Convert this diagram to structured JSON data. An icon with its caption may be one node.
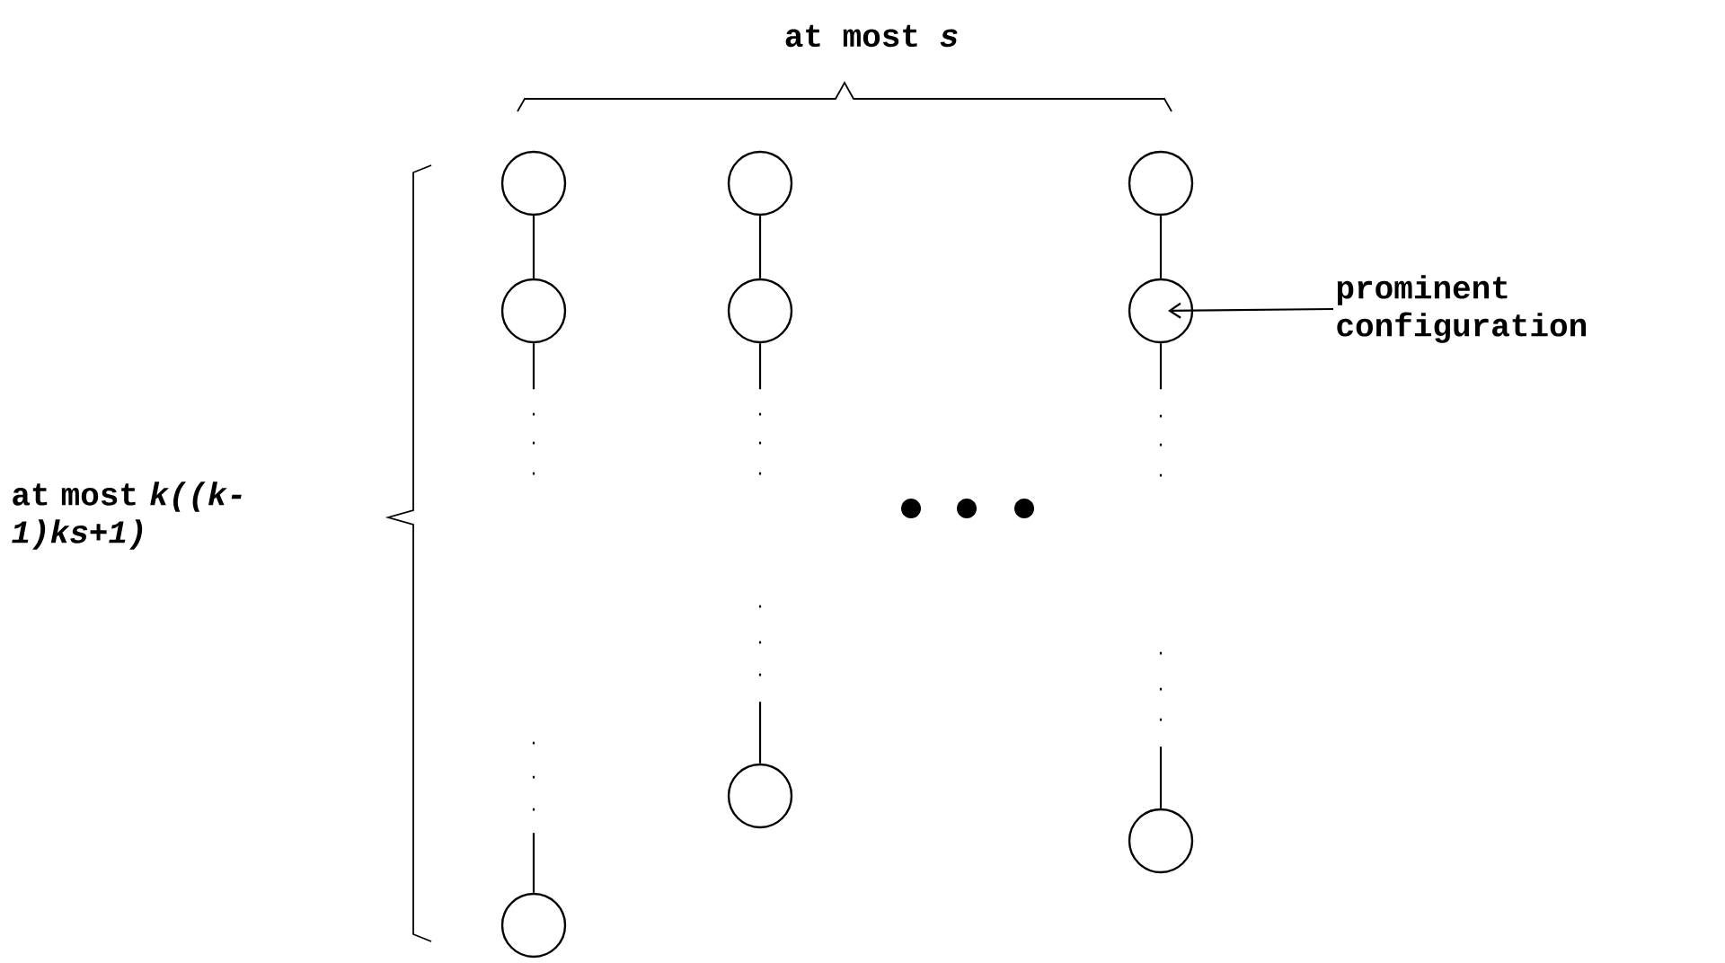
{
  "diagram": {
    "nodes": [
      {
        "text": [],
        "shape": "circle"
      },
      {
        "text": [],
        "shape": "circle"
      },
      {
        "text": [],
        "shape": "circle"
      },
      {
        "text": [],
        "shape": "circle"
      },
      {
        "text": [],
        "shape": "circle"
      },
      {
        "text": [],
        "shape": "circle"
      },
      {
        "text": [],
        "shape": "circle"
      },
      {
        "text": [],
        "shape": "circle"
      },
      {
        "text": [],
        "shape": "circle"
      },
      {
        "text": [
          "prominent configuration"
        ]
      }
    ],
    "edges": [
      {
        "from": 0,
        "to": 1,
        "arrow": "none"
      },
      {
        "from": 1,
        "to": 2,
        "arrow": "none",
        "style": "dashed"
      },
      {
        "from": 3,
        "to": 4,
        "arrow": "none"
      },
      {
        "from": 4,
        "to": 5,
        "arrow": "none",
        "style": "dashed"
      },
      {
        "from": 6,
        "to": 7,
        "arrow": "none"
      },
      {
        "from": 7,
        "to": 8,
        "arrow": "none",
        "style": "dashed"
      },
      {
        "from": 9,
        "to": 7,
        "arrow": "to"
      }
    ],
    "labels": [
      "at most *s*",
      "at most *k((k-1)ks+1)*"
    ]
  }
}
